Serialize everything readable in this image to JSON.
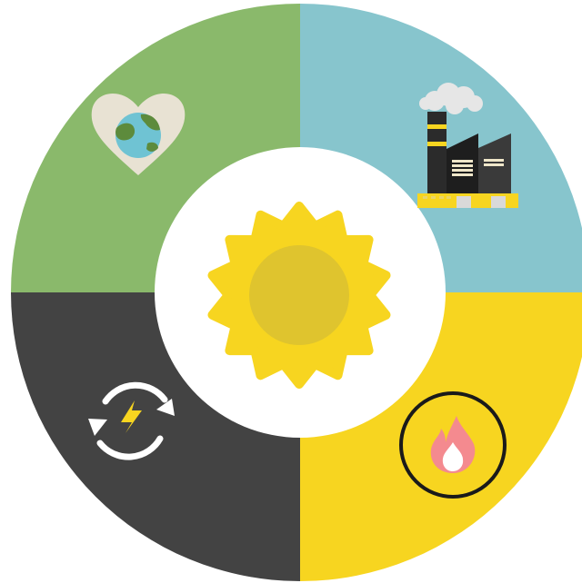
{
  "diagram": {
    "type": "ring-infographic",
    "segments": [
      {
        "id": "top-left",
        "icon": "earth-heart-icon",
        "color": "#8ab96b"
      },
      {
        "id": "top-right",
        "icon": "factory-icon",
        "color": "#87c5cd"
      },
      {
        "id": "bottom-right",
        "icon": "fire-icon",
        "color": "#f7d520"
      },
      {
        "id": "bottom-left",
        "icon": "renewable-energy-icon",
        "color": "#434343"
      }
    ],
    "center": {
      "icon": "sun-icon",
      "color": "#f7d520",
      "core_color": "#dfc42e",
      "background": "#ffffff"
    },
    "accents": {
      "light": "#ffffff",
      "dark": "#1a1a1a",
      "flame": "#f48a8f",
      "steam": "#e6e6e6",
      "earth_pad": "#e8e2d3",
      "earth_water": "#6fc3d3",
      "earth_land": "#5d8b3c"
    }
  }
}
